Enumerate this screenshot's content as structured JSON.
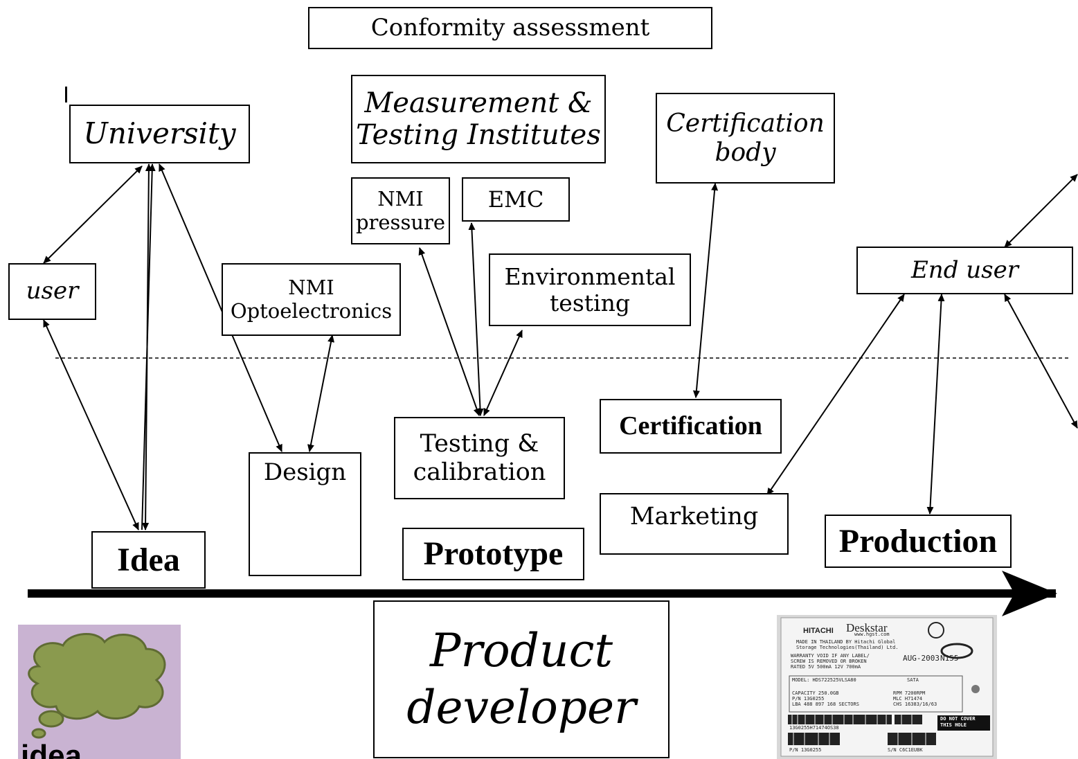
{
  "diagram": {
    "title": "Conformity assessment",
    "institutions": {
      "university": "University",
      "user": "user",
      "measurement_testing": [
        "Measurement &",
        "Testing Institutes"
      ],
      "nmi_pressure": [
        "NMI",
        "pressure"
      ],
      "emc": "EMC",
      "nmi_optoelectronics": [
        "NMI",
        "Optoelectronics"
      ],
      "environmental_testing": [
        "Environmental",
        "testing"
      ],
      "certification_body": [
        "Certification",
        "body"
      ],
      "end_user": "End user"
    },
    "activities": {
      "design": "Design",
      "testing_calibration": [
        "Testing &",
        "calibration"
      ],
      "certification": "Certification",
      "marketing": "Marketing"
    },
    "stages": {
      "idea": "Idea",
      "prototype": "Prototype",
      "production": "Production"
    },
    "center_label": [
      "Product",
      "developer"
    ],
    "cloud_caption": "idea",
    "drive_label": {
      "brand": "HITACHI",
      "model_name": "Deskstar",
      "site": "www.hgst.com",
      "made_in": "MADE IN THAILAND BY Hitachi Global",
      "maker": "Storage Technologies(Thailand) Ltd.",
      "warranty1": "WARRANTY VOID IF ANY LABEL/",
      "warranty2": "SCREW IS REMOVED OR BROKEN",
      "rated": "RATED 5V 500mA 12V 700mA",
      "date": "AUG-2003",
      "code": "N155",
      "model": "MODEL: HDS722525VLSA80",
      "interface": "SATA",
      "capacity": "CAPACITY  250.0GB",
      "rpm": "RPM 7200RPM",
      "pn": "P/N  13G0255",
      "mlc": "MLC  H71474",
      "lba": "LBA  488 897 168 SECTORS",
      "chs": "CHS  16383/16/63",
      "barcode_text": "13G0255H71474OS38",
      "do_not_cover": [
        "DO NOT COVER",
        "THIS HOLE"
      ],
      "pn_bottom": "P/N  13G0255",
      "sn_bottom": "S/N  C6C1EUBK"
    }
  }
}
